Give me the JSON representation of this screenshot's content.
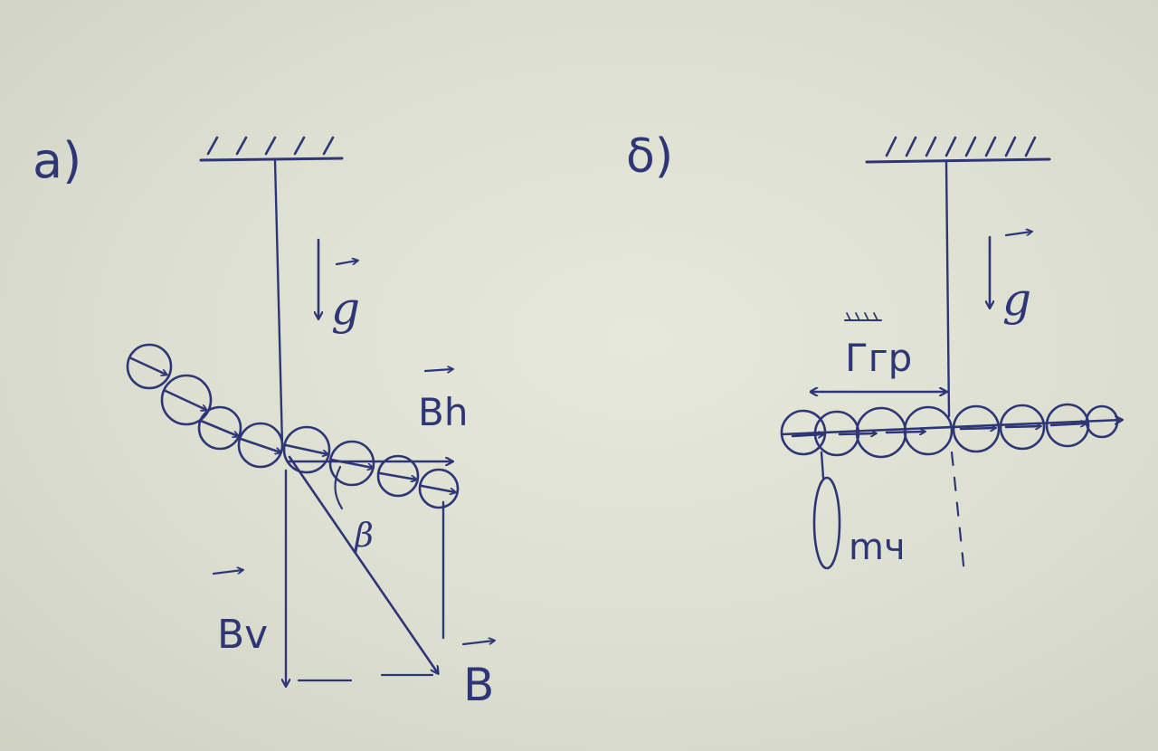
{
  "panel_a": {
    "label": "a)",
    "labels": {
      "g": "g",
      "bh": "Bh",
      "beta": "β",
      "bv": "Bv",
      "b": "B"
    }
  },
  "panel_b": {
    "label": "δ)",
    "labels": {
      "g": "g",
      "r_gr": "Ггр",
      "m": "mч"
    }
  },
  "colors": {
    "ink": "#2f3677",
    "paper": "#e3e5d7"
  }
}
